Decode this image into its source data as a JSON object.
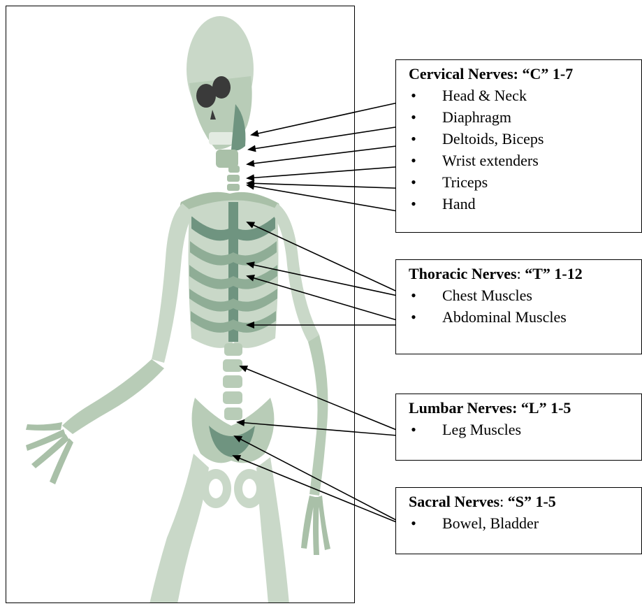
{
  "cervical": {
    "title": "Cervical Nerves: “C” 1-7",
    "items": [
      "Head & Neck",
      "Diaphragm",
      "Deltoids, Biceps",
      "Wrist extenders",
      "Triceps",
      "Hand"
    ]
  },
  "thoracic": {
    "title_bold": "Thoracic Nerves",
    "title_colon": ": ",
    "title_code": "“T” 1-12",
    "items": [
      "Chest Muscles",
      "Abdominal Muscles"
    ]
  },
  "lumbar": {
    "title": "Lumbar Nerves: “L” 1-5",
    "items": [
      "Leg Muscles"
    ]
  },
  "sacral": {
    "title_bold": "Sacral Nerves",
    "title_colon": ": ",
    "title_code": "“S” 1-5",
    "items": [
      "Bowel, Bladder"
    ]
  },
  "bullet": "•",
  "colors": {
    "bone_light": "#c9d8c8",
    "bone_mid": "#a9c0a8",
    "bone_dark": "#6f9480",
    "skull_eye": "#3a3a3a"
  },
  "figure": "skeleton-illustration"
}
